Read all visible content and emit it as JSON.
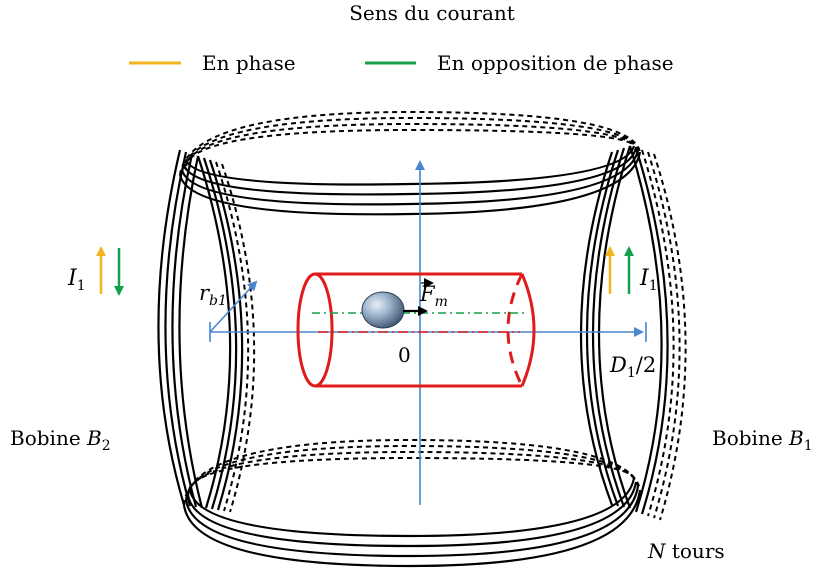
{
  "legend": {
    "title": "Sens du courant",
    "items": [
      {
        "label": "En phase",
        "color": "#f2b61c"
      },
      {
        "label": "En opposition de phase",
        "color": "#14a04a"
      }
    ]
  },
  "labels": {
    "current_left": "I",
    "current_left_sub": "1",
    "current_right": "I",
    "current_right_sub": "1",
    "radius": "r",
    "radius_sub": "b1",
    "force": "F",
    "force_sub": "m",
    "origin": "0",
    "half_distance": "D",
    "half_distance_sub": "1",
    "half_distance_suffix": "/2",
    "coil_left": "Bobine ",
    "coil_left_var": "B",
    "coil_left_sub": "2",
    "coil_right": "Bobine ",
    "coil_right_var": "B",
    "coil_right_sub": "1",
    "turns_var": "N",
    "turns_text": " tours"
  },
  "colors": {
    "axis": "#4a86cf",
    "cylinder": "#e01b1b",
    "coil": "#000000",
    "in_phase": "#f2b61c",
    "opposition": "#14a04a"
  }
}
